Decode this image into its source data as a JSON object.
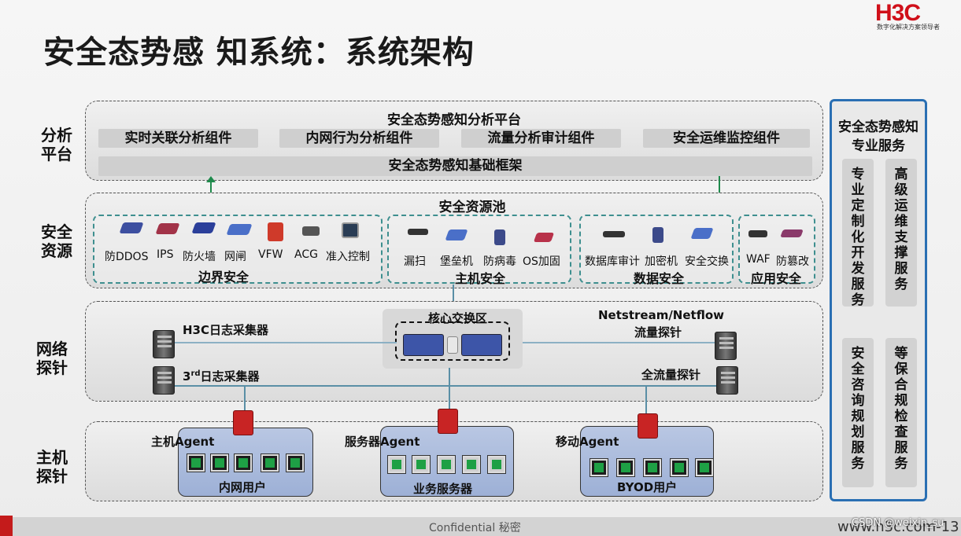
{
  "header": {
    "logo": "H3C",
    "logo_tagline": "数字化解决方案领导者",
    "title": "安全态势感 知系统：系统架构"
  },
  "layers": {
    "analysis": "分析\n平台",
    "resources": "安全\n资源",
    "network": "网络\n探针",
    "host": "主机\n探针"
  },
  "analysis_platform": {
    "title": "安全态势感知分析平台",
    "components": [
      "实时关联分析组件",
      "内网行为分析组件",
      "流量分析审计组件",
      "安全运维监控组件"
    ],
    "framework": "安全态势感知基础框架"
  },
  "resource_pool": {
    "title": "安全资源池",
    "border": {
      "title": "边界安全",
      "items": [
        "防DDOS",
        "IPS",
        "防火墙",
        "网闸",
        "VFW",
        "ACG",
        "准入控制"
      ]
    },
    "host": {
      "title": "主机安全",
      "items": [
        "漏扫",
        "堡垒机",
        "防病毒",
        "OS加固"
      ]
    },
    "data": {
      "title": "数据安全",
      "items": [
        "数据库审计",
        "加密机",
        "安全交换"
      ]
    },
    "app": {
      "title": "应用安全",
      "items": [
        "WAF",
        "防篡改"
      ]
    }
  },
  "network_probe": {
    "core_zone": "核心交换区",
    "h3c_log": "H3C日志采集器",
    "third_log_prefix": "3",
    "third_log_sup": "rd",
    "third_log_suffix": "日志采集器",
    "netstream": "Netstream/Netflow",
    "flow_probe": "流量探针",
    "full_flow_probe": "全流量探针"
  },
  "host_probe": {
    "groups": [
      {
        "agent": "主机Agent",
        "label": "内网用户"
      },
      {
        "agent": "服务器Agent",
        "label": "业务服务器"
      },
      {
        "agent": "移动Agent",
        "label": "BYOD用户"
      }
    ]
  },
  "pro_services": {
    "title": "安全态势感知\n专业服务",
    "boxes": [
      "专业定制化开发服务",
      "高级运维支撑服务",
      "安全咨询规划服务",
      "等保合规检查服务"
    ]
  },
  "footer": {
    "confidential": "Confidential 秘密",
    "url": "www.h3c.com",
    "page": "13",
    "watermark": "CSDN @weixin_su"
  },
  "colors": {
    "brand_red": "#d0101a",
    "dashed_teal": "#3e8f8f",
    "service_blue": "#2a6fb3",
    "arrow_green": "#1f8a4c"
  }
}
